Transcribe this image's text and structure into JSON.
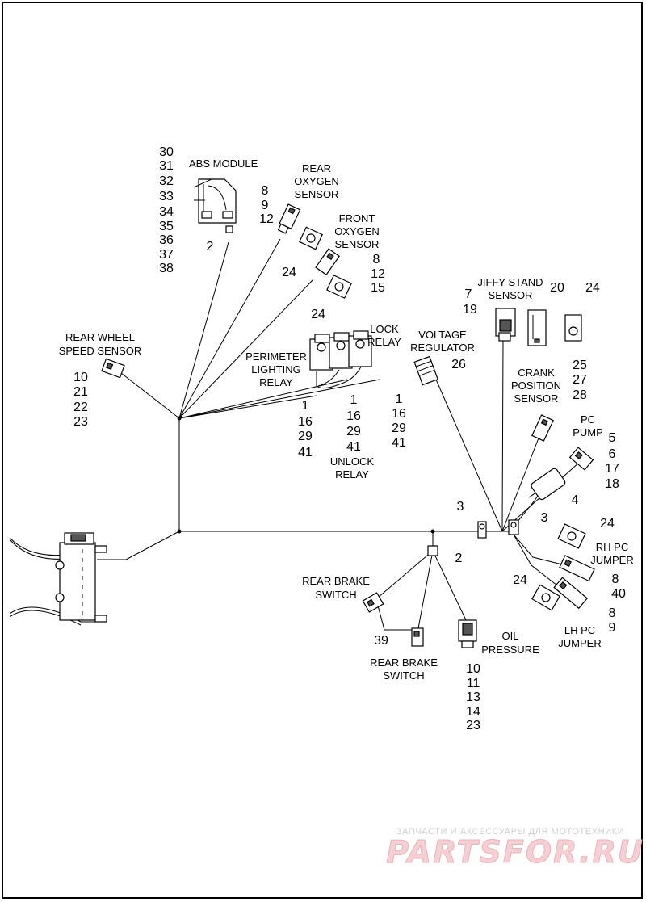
{
  "labels": {
    "abs_module": "ABS MODULE",
    "rear_oxygen_sensor": [
      "REAR",
      "OXYGEN",
      "SENSOR"
    ],
    "front_oxygen_sensor": [
      "FRONT",
      "OXYGEN",
      "SENSOR"
    ],
    "rear_wheel_speed_sensor": [
      "REAR WHEEL",
      "SPEED SENSOR"
    ],
    "lock_relay": [
      "LOCK",
      "RELAY"
    ],
    "perimeter_lighting_relay": [
      "PERIMETER",
      "LIGHTING",
      "RELAY"
    ],
    "unlock_relay": [
      "UNLOCK",
      "RELAY"
    ],
    "voltage_regulator": [
      "VOLTAGE",
      "REGULATOR"
    ],
    "jiffy_stand_sensor": [
      "JIFFY STAND",
      "SENSOR"
    ],
    "crank_position_sensor": [
      "CRANK",
      "POSITION",
      "SENSOR"
    ],
    "pc_pump": [
      "PC",
      "PUMP"
    ],
    "rh_pc_jumper": [
      "RH PC",
      "JUMPER"
    ],
    "lh_pc_jumper": [
      "LH PC",
      "JUMPER"
    ],
    "rear_brake_switch_1": [
      "REAR BRAKE",
      "SWITCH"
    ],
    "rear_brake_switch_2": [
      "REAR BRAKE",
      "SWITCH"
    ],
    "oil_pressure": [
      "OIL",
      "PRESSURE"
    ]
  },
  "callouts": {
    "abs_list": [
      "30",
      "31",
      "32",
      "33",
      "34",
      "35",
      "36",
      "37",
      "38"
    ],
    "abs_2": "2",
    "rear_oxy": [
      "8",
      "9",
      "12"
    ],
    "rear_oxy_24": "24",
    "front_oxy": [
      "8",
      "12",
      "15"
    ],
    "front_oxy_24": "24",
    "wheel": [
      "10",
      "21",
      "22",
      "23"
    ],
    "perimeter": [
      "1",
      "16",
      "29",
      "41"
    ],
    "unlock": [
      "1",
      "16",
      "29",
      "41"
    ],
    "lock": [
      "1",
      "16",
      "29",
      "41"
    ],
    "voltage": "26",
    "jiffy": [
      "7",
      "19"
    ],
    "jiffy_20": "20",
    "jiffy_24": "24",
    "crank": [
      "25",
      "27",
      "28"
    ],
    "pc_pump": [
      "5",
      "6",
      "17",
      "18"
    ],
    "pc_pump_4": "4",
    "clip_3a": "3",
    "clip_3b": "3",
    "rh_24": "24",
    "rh": [
      "8",
      "40"
    ],
    "lh_24": "24",
    "lh": [
      "8",
      "9"
    ],
    "clip_2": "2",
    "brake_39": "39",
    "oil": [
      "10",
      "11",
      "13",
      "14",
      "23"
    ]
  },
  "watermark": {
    "line1": "ЗАПЧАСТИ И АКСЕССУАРЫ ДЛЯ МОТОТЕХНИКИ",
    "line2": "PARTSFOR.RU"
  },
  "colors": {
    "ink": "#000000",
    "watermark_small": "#cfcfcf",
    "watermark_big": "#f4d0d4"
  }
}
